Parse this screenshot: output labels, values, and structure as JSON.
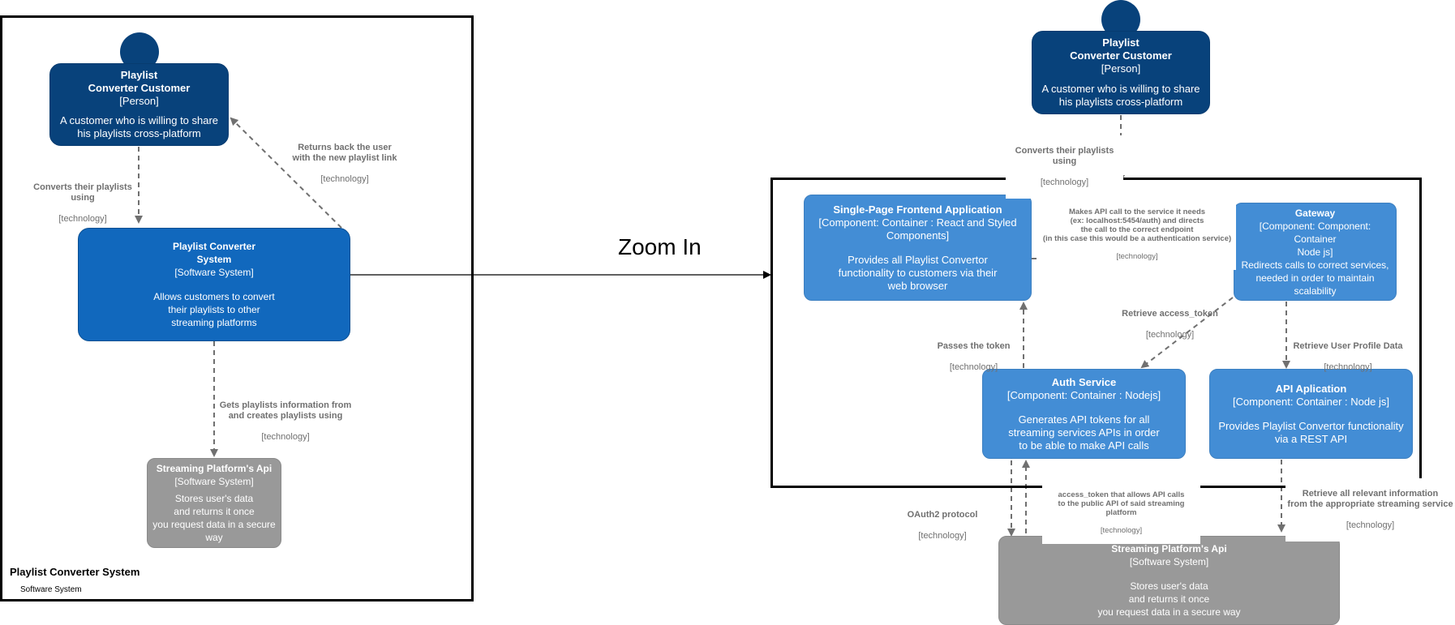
{
  "zoom_label": "Zoom In",
  "left": {
    "boundary": {
      "title": "Playlist Converter System",
      "type": "Software System"
    },
    "customer": {
      "name": "Playlist\nConverter Customer",
      "type": "[Person]",
      "desc": "A customer who is willing to share\nhis playlists cross-platform"
    },
    "system": {
      "name": "Playlist Converter\nSystem",
      "type": "[Software System]",
      "desc": "Allows customers to convert\ntheir playlists to other\nstreaming platforms"
    },
    "api": {
      "name": "Streaming Platform's Api",
      "type": "[Software System]",
      "desc": "Stores user's data\nand returns it once\nyou request data in a secure\nway"
    },
    "edges": {
      "converts": {
        "name": "Converts their playlists\nusing",
        "tech": "[technology]"
      },
      "returns": {
        "name": "Returns back the user\nwith the new playlist link",
        "tech": "[technology]"
      },
      "gets": {
        "name": "Gets playlists information from\nand creates playlists using",
        "tech": "[technology]"
      }
    }
  },
  "right": {
    "customer": {
      "name": "Playlist\nConverter Customer",
      "type": "[Person]",
      "desc": "A customer who is willing to share\nhis playlists cross-platform"
    },
    "spa": {
      "name": "Single-Page Frontend Application",
      "type": "[Component: Container : React and Styled\nComponents]",
      "desc": "Provides all Playlist Convertor\nfunctionality to customers via their\nweb browser"
    },
    "gateway": {
      "name": "Gateway",
      "type": "[Component: Component: Container\nNode js]",
      "desc": "Redirects calls to correct services,\nneeded in order to maintain\nscalability"
    },
    "auth": {
      "name": "Auth Service",
      "type": "[Component: Container : Nodejs]",
      "desc": "Generates API tokens for all\nstreaming services APIs in order\nto be able to make API calls"
    },
    "apiapp": {
      "name": "API Aplication",
      "type": "[Component: Container : Node js]",
      "desc": "Provides Playlist Convertor functionality\nvia a REST API"
    },
    "ext": {
      "name": "Streaming Platform's Api",
      "type": "[Software System]",
      "desc": "Stores user's data\nand returns it once\nyou request data in a secure way"
    },
    "edges": {
      "converts": {
        "name": "Converts their playlists\nusing",
        "tech": "[technology]"
      },
      "makes": {
        "name": "Makes API call to the service it needs\n(ex: localhost:5454/auth) and directs\nthe call to the correct endpoint\n(in this case this would be a authentication service)",
        "tech": "[technology]"
      },
      "retrieve_token": {
        "name": "Retrieve access_token",
        "tech": "[technology]"
      },
      "passes": {
        "name": "Passes the token",
        "tech": "[technology]"
      },
      "retrieve_profile": {
        "name": "Retrieve User Profile Data",
        "tech": "[technology]"
      },
      "oauth": {
        "name": "OAuth2 protocol",
        "tech": "[technology]"
      },
      "access_token": {
        "name": "access_token that allows API calls\nto the public API of said streaming platform",
        "tech": "[technology]"
      },
      "retrieve_all": {
        "name": "Retrieve all relevant information\nfrom the appropriate streaming service",
        "tech": "[technology]"
      }
    }
  }
}
